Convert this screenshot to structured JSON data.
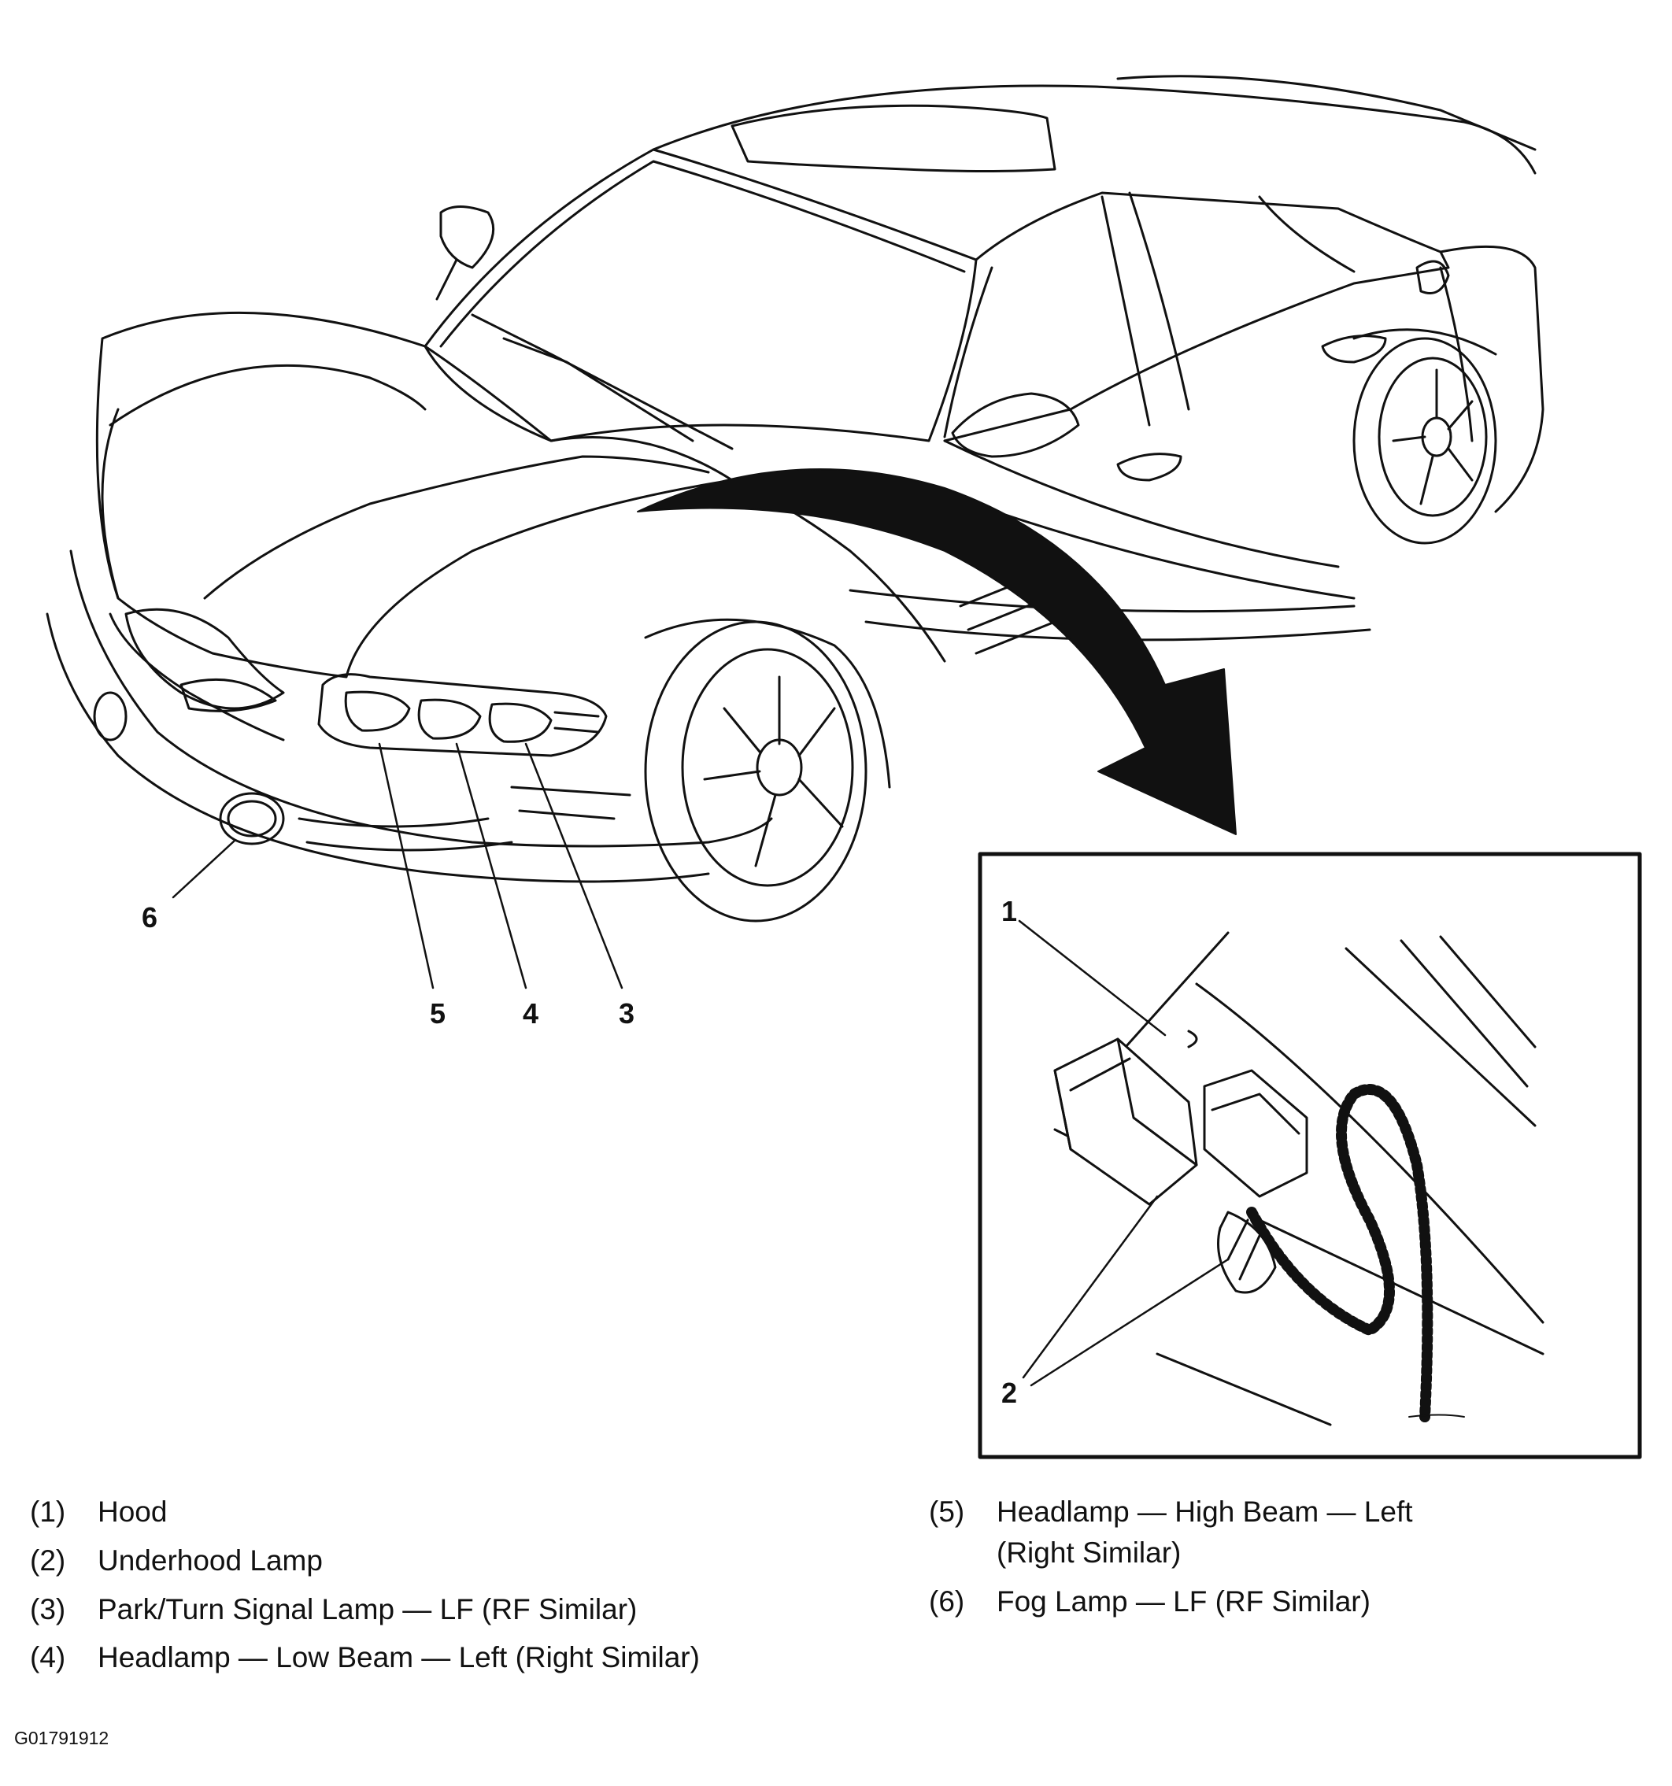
{
  "callouts": {
    "c1": "1",
    "c2": "2",
    "c3": "3",
    "c4": "4",
    "c5": "5",
    "c6": "6"
  },
  "legend": [
    {
      "num": "(1)",
      "text": "Hood"
    },
    {
      "num": "(2)",
      "text": "Underhood Lamp"
    },
    {
      "num": "(3)",
      "text": "Park/Turn Signal Lamp — LF (RF Similar)"
    },
    {
      "num": "(4)",
      "text": "Headlamp — Low Beam — Left (Right Similar)"
    },
    {
      "num": "(5)",
      "text": "Headlamp — High Beam — Left (Right Similar)"
    },
    {
      "num": "(6)",
      "text": "Fog Lamp — LF (RF Similar)"
    }
  ],
  "figure_id": "G01791912",
  "colors": {
    "ink": "#111111",
    "paper": "#ffffff"
  }
}
